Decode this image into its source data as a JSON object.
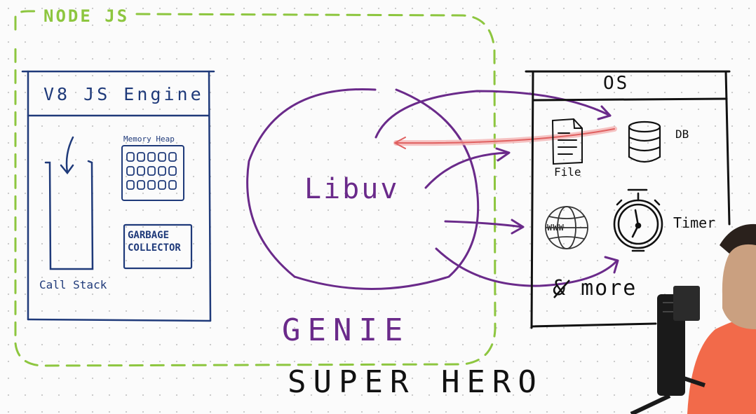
{
  "nodejs": {
    "label": "NODE JS"
  },
  "v8": {
    "title": "V8  JS  Engine",
    "memory_heap_label": "Memory Heap",
    "garbage_collector_label": "GARBAGE COLLECTOR",
    "call_stack_label": "Call Stack"
  },
  "libuv": {
    "label": "Libuv"
  },
  "notes": {
    "genie": "GENIE",
    "super_hero": "SUPER  HERO"
  },
  "os": {
    "title": "OS",
    "file_label": "File",
    "db_label": "DB",
    "www_label": "WWW",
    "timer_label": "Timer",
    "more_label": "& more"
  },
  "colors": {
    "nodejs_outline": "#8dc63f",
    "v8_ink": "#1f3a7a",
    "libuv_ink": "#6a2a8a",
    "return_arrow": "#e06060",
    "os_ink": "#111111",
    "presenter_shirt": "#f26a4a"
  },
  "icons": [
    "file-icon",
    "database-icon",
    "globe-icon",
    "stopwatch-icon",
    "microphone-icon"
  ]
}
